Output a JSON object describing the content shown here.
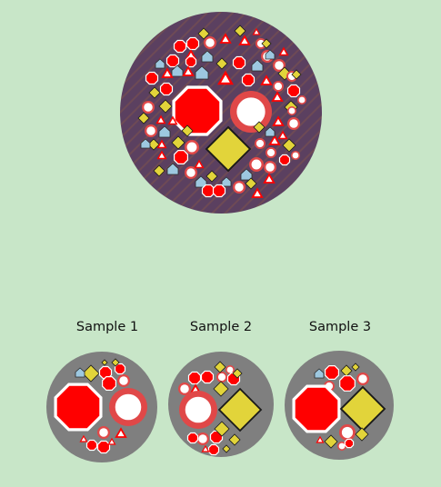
{
  "samples": [
    {
      "label": "Sample 1"
    },
    {
      "label": "Sample 2"
    },
    {
      "label": "Sample 3"
    }
  ],
  "colors": {
    "background": "#c8e6c8",
    "main_disc": "#5b4060",
    "main_disc_hatch": "#6e4a55",
    "sample_disc": "#7f7f7f",
    "octagon": "#ff0000",
    "circle_ring": "#e04848",
    "diamond": "#e2d43a",
    "house": "#9dc8e0",
    "outline": "#ffffff"
  },
  "icons": [
    "stop-octagon-icon",
    "ring-circle-icon",
    "diamond-sign-icon",
    "triangle-icon",
    "house-icon"
  ]
}
